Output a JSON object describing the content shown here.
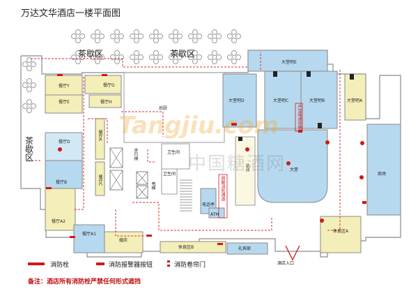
{
  "title": "万达文华酒店一楼平面图",
  "areas": {
    "tea_top_left": "茶歇区",
    "tea_top_right": "茶歇区",
    "tea_left": "茶歇区",
    "restaurant_y": "餐厅Y",
    "restaurant_e": "餐厅E",
    "restaurant_g": "餐厅G",
    "restaurant_h": "餐厅H",
    "restaurant_d": "餐厅D",
    "restaurant_b": "餐厅B",
    "restaurant_a2": "餐厅A2",
    "restaurant_a1": "餐厅A1",
    "restaurant_k": "餐厅K",
    "restaurant_c": "餐厅C",
    "kitchen": "后厨",
    "toilet1": "卫生间",
    "toilet2": "卫生间",
    "ballroom_e": "大堂吧E",
    "ballroom_d": "大堂吧D",
    "ballroom_c": "大堂吧C",
    "ballroom_b": "大堂吧B",
    "ballroom_a": "大堂吧A",
    "lobby": "大堂",
    "mall": "商场",
    "rest_a": "休息区A",
    "rest_b": "休息区B",
    "phone": "电话亭",
    "atm": "ATM",
    "gift": "礼宾部",
    "wedding": "婚庆",
    "stage": "总台",
    "stair": "步行梯",
    "elevator": "电梯",
    "entrance": "酒店入口",
    "escape_note1": "疏散消防通道",
    "escape_note2": "严禁堆放杂物"
  },
  "legend": {
    "hydrant": "消防栓",
    "alarm": "消防报警器按钮",
    "shutter": "消防卷帘门",
    "note": "备注：酒店所有消防栓严禁任何形式遮挡"
  },
  "watermark": {
    "cn": "中国糖酒网",
    "en": "Tangjiu.com"
  },
  "colors": {
    "blue": "#b7d9ef",
    "yellow": "#f4efb8",
    "lightblue": "#d2e8f5",
    "red": "#d01818",
    "path": "#d03030",
    "gray": "#8a8a8a"
  }
}
